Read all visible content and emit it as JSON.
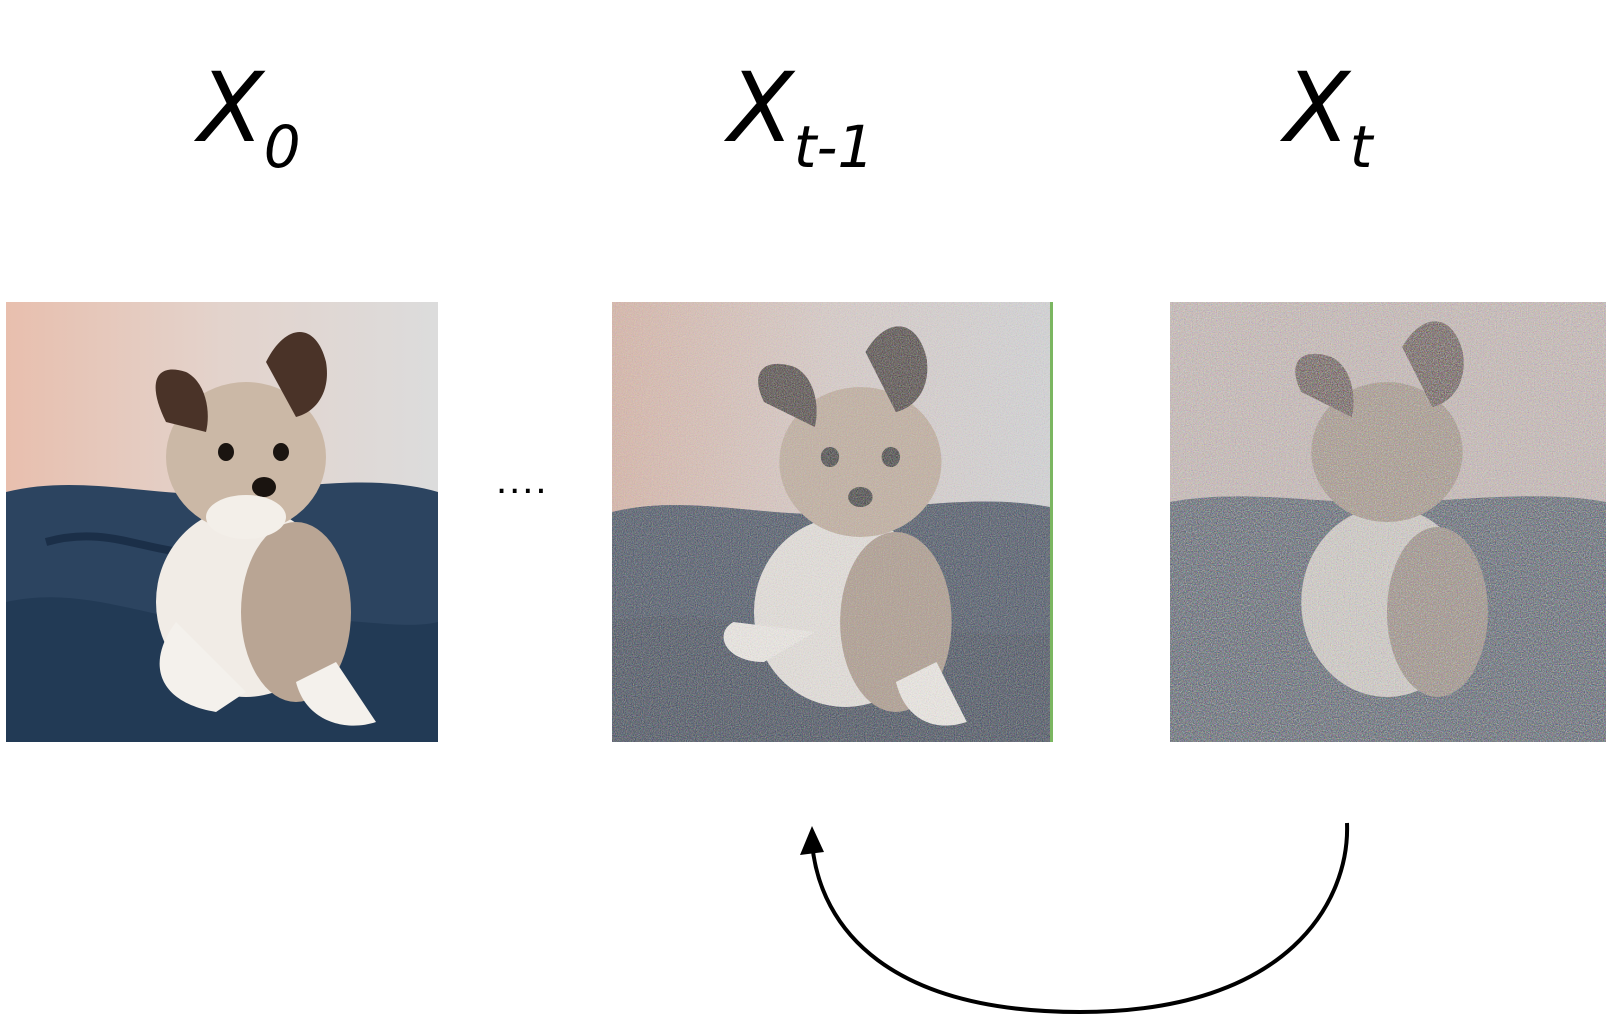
{
  "labels": {
    "x0": {
      "main": "X",
      "sub": "0"
    },
    "xt_minus_1": {
      "main": "X",
      "sub": "t-1"
    },
    "xt": {
      "main": "X",
      "sub": "t"
    }
  },
  "ellipsis": "....",
  "images": [
    {
      "state": "clean",
      "noise": 0
    },
    {
      "state": "partially-noised",
      "noise": 0.45
    },
    {
      "state": "heavily-noised",
      "noise": 0.8
    }
  ],
  "colors": {
    "background": "#ffffff",
    "arrow": "#000000",
    "frame_edge": "#7bb661"
  }
}
